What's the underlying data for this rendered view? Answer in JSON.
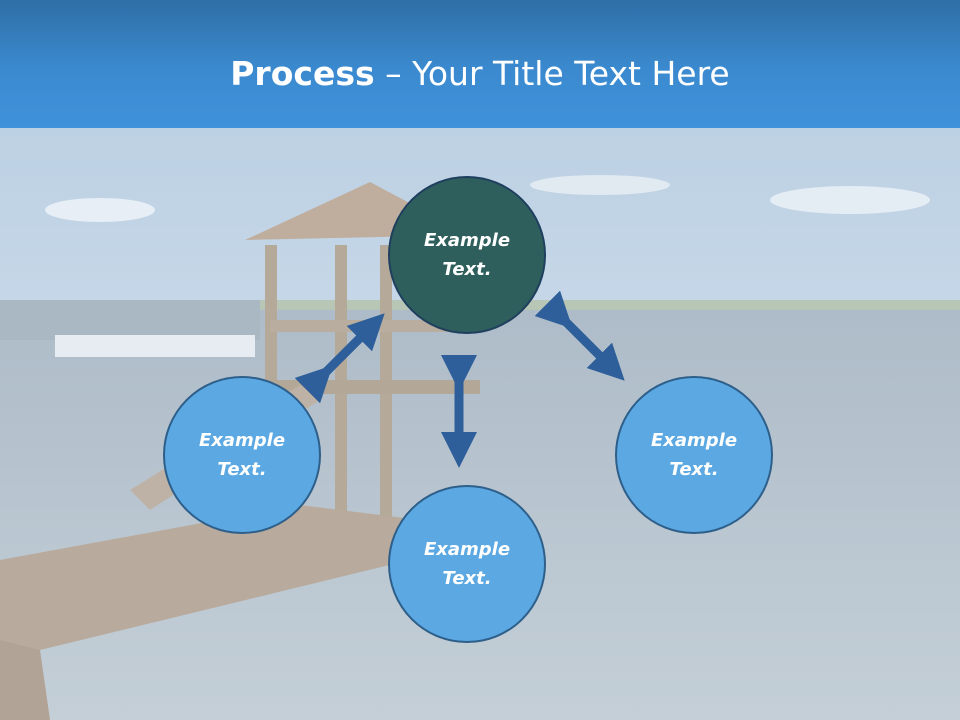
{
  "title": {
    "bold": "Process",
    "rest": " – Your Title Text Here"
  },
  "nodes": {
    "top": "Example\nText.",
    "left": "Example\nText.",
    "bottom": "Example\nText.",
    "right": "Example\nText."
  },
  "colors": {
    "title_bar": "#3b8ad0",
    "top_node": "#2f5f5c",
    "side_node": "#5ba8e2",
    "arrow": "#2e5f9a"
  }
}
